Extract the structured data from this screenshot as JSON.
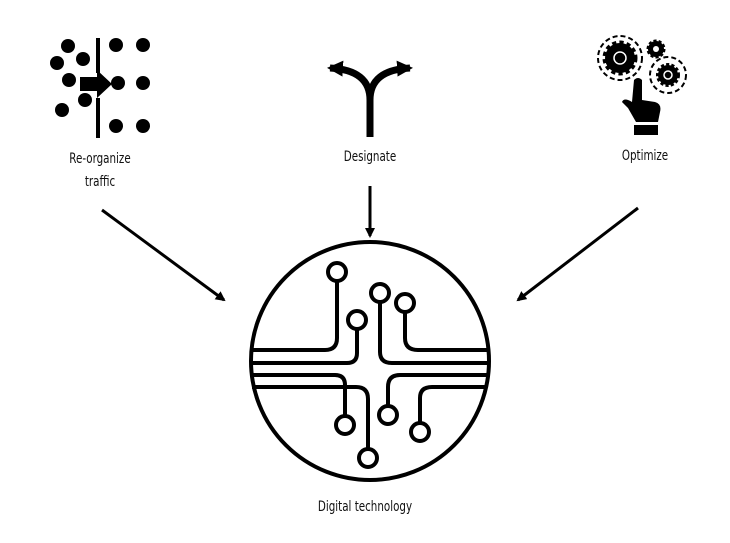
{
  "nodes": {
    "reorganize": {
      "label_line1": "Re-organize",
      "label_line2": "traffic",
      "icon": "traffic-reorganize-icon"
    },
    "designate": {
      "label": "Designate",
      "icon": "fork-arrow-icon"
    },
    "optimize": {
      "label": "Optimize",
      "icon": "gears-hand-icon"
    },
    "digital": {
      "label": "Digital technology",
      "icon": "circuit-icon"
    }
  },
  "colors": {
    "stroke": "#000000",
    "background": "#ffffff"
  }
}
